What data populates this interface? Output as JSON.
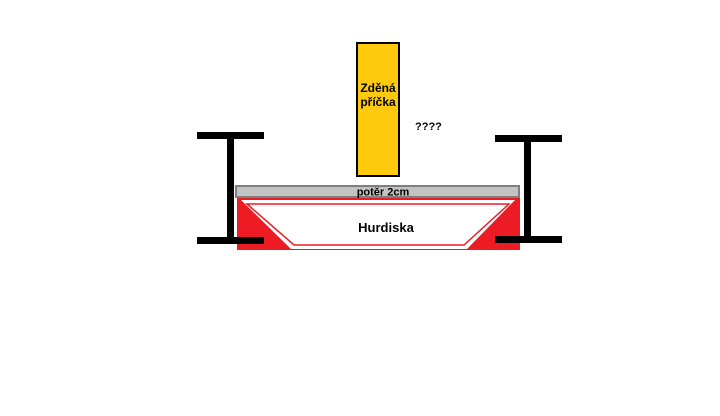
{
  "labels": {
    "wall": [
      "Zděná",
      "příčka"
    ],
    "question": "????",
    "screed": "potěr 2cm",
    "block": "Hurdiska"
  },
  "colors": {
    "wall_fill": "#ffc90e",
    "outline": "#000000",
    "screed_fill": "#c3c3c3",
    "screed_outline": "#7f7f7f",
    "block_fill": "#ed1c24",
    "background": "#ffffff"
  },
  "elements": {
    "left_beam": "I-beam",
    "right_beam": "I-beam"
  }
}
